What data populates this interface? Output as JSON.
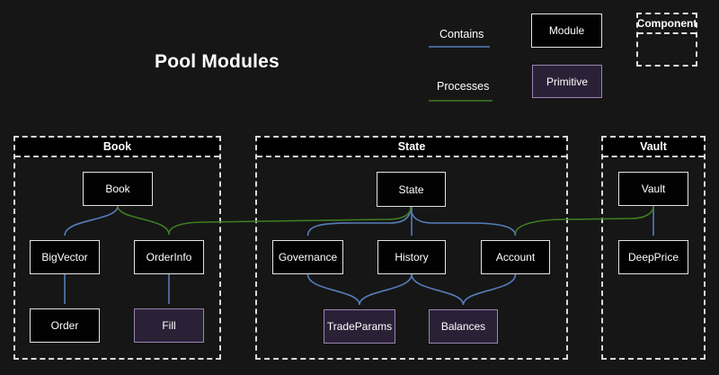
{
  "title": "Pool Modules",
  "legend": {
    "contains": "Contains",
    "processes": "Processes",
    "module": "Module",
    "primitive": "Primitive",
    "component": "Component"
  },
  "clusters": {
    "book": {
      "title": "Book"
    },
    "state": {
      "title": "State"
    },
    "vault": {
      "title": "Vault"
    }
  },
  "nodes": {
    "book": {
      "label": "Book",
      "type": "module"
    },
    "bigvector": {
      "label": "BigVector",
      "type": "module"
    },
    "orderinfo": {
      "label": "OrderInfo",
      "type": "module"
    },
    "order": {
      "label": "Order",
      "type": "module"
    },
    "fill": {
      "label": "Fill",
      "type": "primitive"
    },
    "state": {
      "label": "State",
      "type": "module"
    },
    "governance": {
      "label": "Governance",
      "type": "module"
    },
    "history": {
      "label": "History",
      "type": "module"
    },
    "account": {
      "label": "Account",
      "type": "module"
    },
    "tradeparams": {
      "label": "TradeParams",
      "type": "primitive"
    },
    "balances": {
      "label": "Balances",
      "type": "primitive"
    },
    "vault": {
      "label": "Vault",
      "type": "module"
    },
    "deepprice": {
      "label": "DeepPrice",
      "type": "module"
    }
  },
  "edges": [
    {
      "source": "Book",
      "target": "BigVector",
      "relation": "contains"
    },
    {
      "source": "Book",
      "target": "OrderInfo",
      "relation": "processes"
    },
    {
      "source": "State",
      "target": "OrderInfo",
      "relation": "processes"
    },
    {
      "source": "BigVector",
      "target": "Order",
      "relation": "contains"
    },
    {
      "source": "OrderInfo",
      "target": "Fill",
      "relation": "contains"
    },
    {
      "source": "State",
      "target": "Governance",
      "relation": "contains"
    },
    {
      "source": "State",
      "target": "History",
      "relation": "contains"
    },
    {
      "source": "State",
      "target": "Account",
      "relation": "contains"
    },
    {
      "source": "Governance",
      "target": "TradeParams",
      "relation": "contains"
    },
    {
      "source": "History",
      "target": "TradeParams",
      "relation": "contains"
    },
    {
      "source": "History",
      "target": "Balances",
      "relation": "contains"
    },
    {
      "source": "Account",
      "target": "Balances",
      "relation": "contains"
    },
    {
      "source": "Vault",
      "target": "DeepPrice",
      "relation": "contains"
    },
    {
      "source": "Vault",
      "target": "Account",
      "relation": "processes"
    }
  ],
  "colors": {
    "background": "#161616",
    "contains_arrow": "#567eba",
    "processes_arrow": "#3e7d23",
    "module_fill": "#020202",
    "module_border": "#e3e3e3",
    "primitive_fill": "#2b2137",
    "primitive_border": "#9b84b4",
    "cluster_border": "#d9d9d9",
    "text": "#ffffff"
  }
}
